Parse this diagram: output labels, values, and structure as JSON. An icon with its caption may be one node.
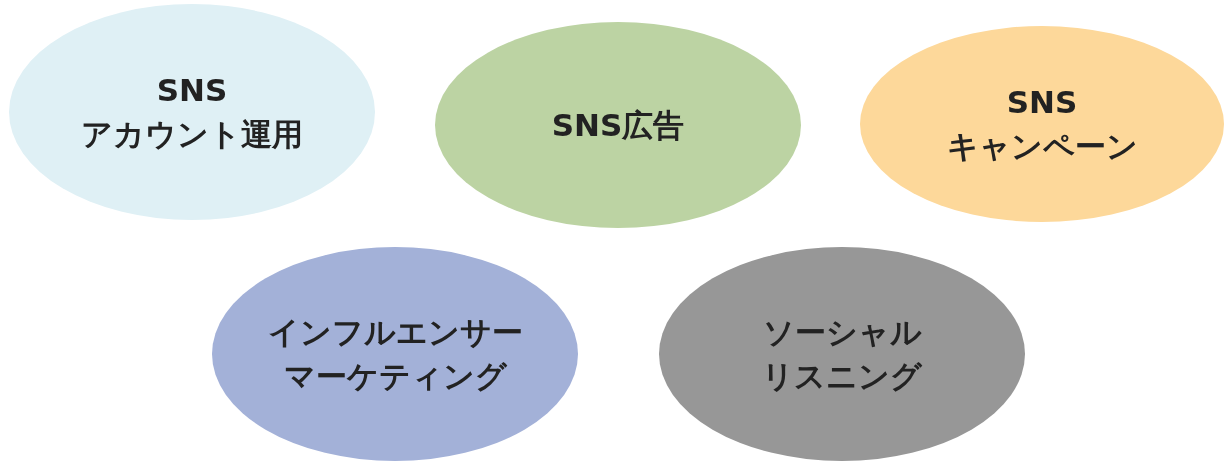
{
  "diagram": {
    "nodes": [
      {
        "text": [
          "SNSアカウント運用"
        ]
      },
      {
        "text": [
          "SNS広告"
        ]
      },
      {
        "text": [
          "SNSキャンペーン"
        ]
      },
      {
        "text": [
          "インフルエンサーマーケティング"
        ]
      },
      {
        "text": [
          "ソーシャルリスニング"
        ]
      }
    ]
  }
}
